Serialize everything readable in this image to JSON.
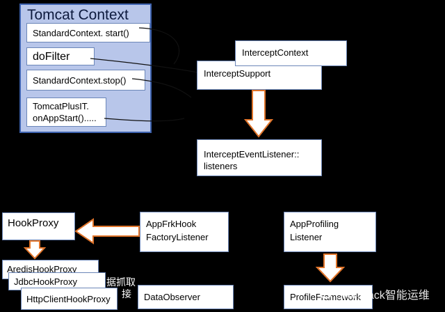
{
  "tomcat_context": {
    "title": "Tomcat Context",
    "items": [
      "StandardContext. start()",
      "doFilter",
      "StandardContext.stop()",
      "TomcatPlusIT.\nonAppStart()....."
    ]
  },
  "intercept_context": "InterceptContext",
  "intercept_support": "InterceptSupport",
  "intercept_event_listener": "InterceptEventListener::\nlisteners",
  "hook_proxy": "HookProxy",
  "app_frk_hook": "AppFrkHook\nFactoryListener",
  "app_profiling": "AppProfiling\nListener",
  "aredis_hook_proxy": "AredisHookProxy",
  "jdbc_hook_proxy": "JdbcHookProxy",
  "http_client_hook_proxy": "HttpClientHookProxy",
  "data_observer": "DataObserver",
  "profile_framework": "ProfileFramework",
  "partial_text_1": "据抓取",
  "partial_text_2": "接",
  "watermark": "UAVStack智能运维",
  "colors": {
    "panel_fill": "#b8c6ea",
    "panel_border": "#3e63b0",
    "arrow_fill": "#ffffff",
    "arrow_border": "#e0742a"
  }
}
